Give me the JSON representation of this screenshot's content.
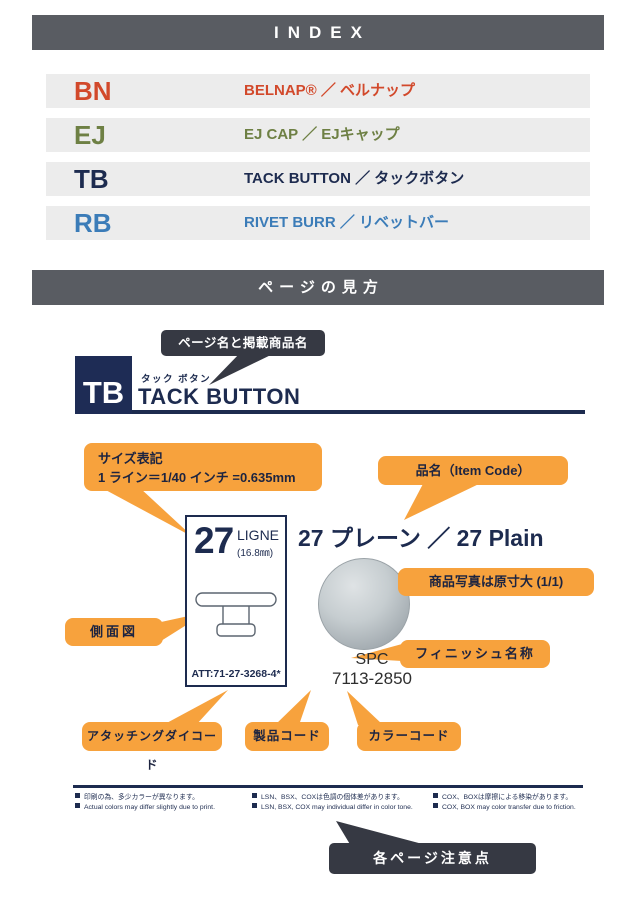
{
  "colors": {
    "bar_gray": "#595c62",
    "row_bg": "#ececec",
    "navy": "#1d2b4f",
    "accent_orange": "#f7a23d",
    "charcoal_callout": "#363943",
    "bn_red": "#d2492b",
    "ej_olive": "#6e8044",
    "rb_blue": "#3b7cb8"
  },
  "index": {
    "title": "INDEX",
    "rows": [
      {
        "code": "BN",
        "label": "BELNAP® ／ ベルナップ"
      },
      {
        "code": "EJ",
        "label": "EJ CAP ／ EJキャップ"
      },
      {
        "code": "TB",
        "label": "TACK BUTTON ／ タックボタン"
      },
      {
        "code": "RB",
        "label": "RIVET BURR ／ リベットバー"
      }
    ]
  },
  "guide": {
    "title": "ページの見方",
    "callout_page_product_name": "ページ名と掲載商品名",
    "tb": {
      "code": "TB",
      "furigana": "タック ボタン",
      "name": "TACK BUTTON"
    },
    "callout_size_line1": "サイズ表記",
    "callout_size_line2": "1 ライン＝1/40 インチ =0.635mm",
    "callout_item_code": "品名（Item Code）",
    "size_box": {
      "number": "27",
      "unit": "LIGNE",
      "mm": "(16.8㎜)",
      "att_code": "ATT:71-27-3268-4*"
    },
    "item_name": "27 プレーン ／ 27 Plain",
    "callout_photo_scale": "商品写真は原寸大 (1/1)",
    "callout_side_view": "側面図",
    "finish_code": "SPC",
    "product_number": "7113-2850",
    "callout_finish_name": "フィニッシュ名称",
    "callout_attaching_die_code": "アタッチングダイコード",
    "callout_product_code": "製品コード",
    "callout_color_code": "カラーコード",
    "callout_page_notes": "各ページ注意点"
  },
  "footnotes": [
    {
      "ja": "印刷の為、多少カラーが異なります。",
      "en": "Actual colors may differ slightly due to print."
    },
    {
      "ja": "LSN、BSX、COXは色調の個体差があります。",
      "en": "LSN, BSX, COX may individual differ in color tone."
    },
    {
      "ja": "COX、BOXは摩擦による移染があります。",
      "en": "COX, BOX may color transfer due to friction."
    }
  ]
}
